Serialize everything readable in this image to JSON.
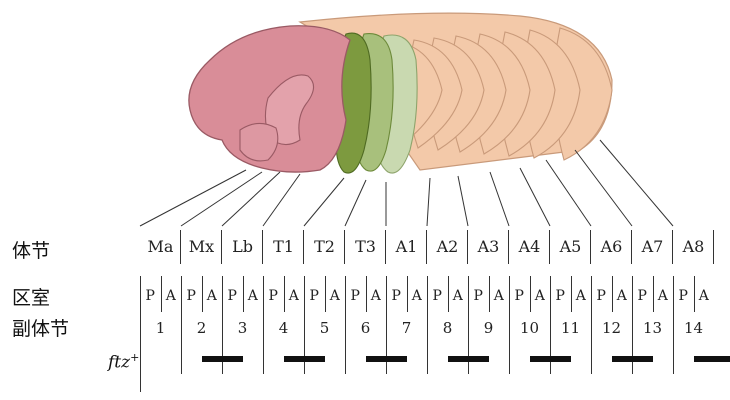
{
  "row_labels": {
    "segments": "体节",
    "compartments": "区室",
    "parasegments": "副体节"
  },
  "segments": [
    "Ma",
    "Mx",
    "Lb",
    "T1",
    "T2",
    "T3",
    "A1",
    "A2",
    "A3",
    "A4",
    "A5",
    "A6",
    "A7",
    "A8"
  ],
  "compartments": [
    "P",
    "A",
    "P",
    "A",
    "P",
    "A",
    "P",
    "A",
    "P",
    "A",
    "P",
    "A",
    "P",
    "A",
    "P",
    "A",
    "P",
    "A",
    "P",
    "A",
    "P",
    "A",
    "P",
    "A",
    "P",
    "A",
    "P",
    "A"
  ],
  "parasegments": [
    "1",
    "2",
    "3",
    "4",
    "5",
    "6",
    "7",
    "8",
    "9",
    "10",
    "11",
    "12",
    "13",
    "14"
  ],
  "gene_label": "ftz",
  "gene_label_sup": "+",
  "ftz_expressed_parasegments": [
    2,
    4,
    6,
    8,
    10,
    12,
    14
  ],
  "colors": {
    "head": "#d98d98",
    "head_outline": "#9a5a64",
    "thorax_1": "#7d9a3f",
    "thorax_2": "#a8c07c",
    "thorax_3": "#c9d9b0",
    "abdomen": "#f3c9a9",
    "abdomen_outline": "#c99a7a",
    "stripe": "#111111"
  }
}
